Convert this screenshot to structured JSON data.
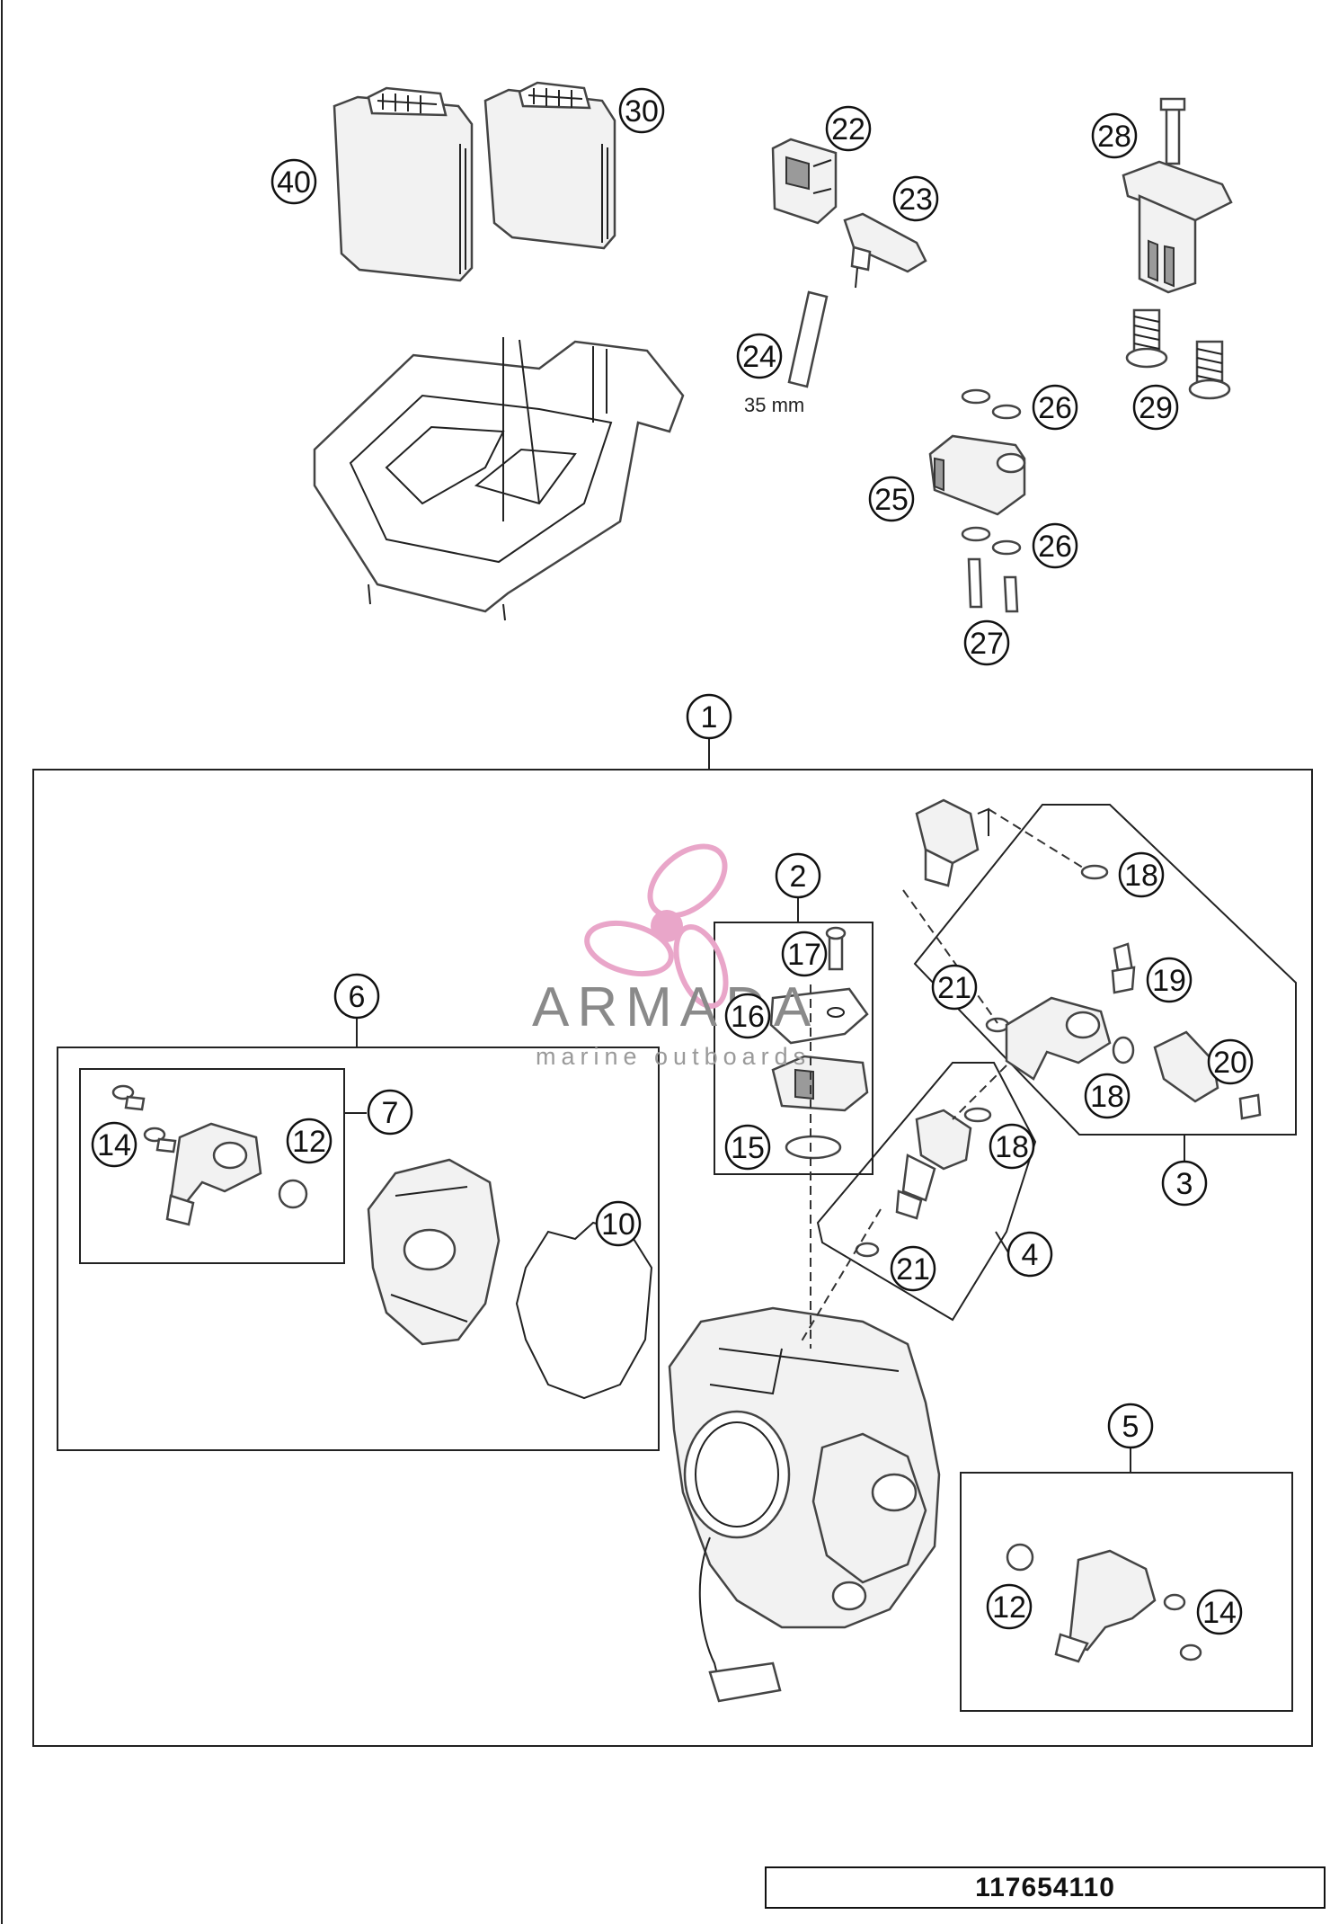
{
  "callouts": [
    "1",
    "2",
    "3",
    "4",
    "5",
    "6",
    "7",
    "10",
    "12",
    "14",
    "15",
    "16",
    "17",
    "18",
    "19",
    "20",
    "21",
    "22",
    "23",
    "24",
    "25",
    "26",
    "27",
    "28",
    "29",
    "30",
    "40"
  ],
  "dimension_label": "35 mm",
  "drawing_code": "117654110",
  "watermark": {
    "word": "ARMADA",
    "sub": "marine outboards",
    "accent_color": "#e9a6c9"
  },
  "colors": {
    "line": "#222222",
    "part_fill": "#f2f2f2"
  }
}
